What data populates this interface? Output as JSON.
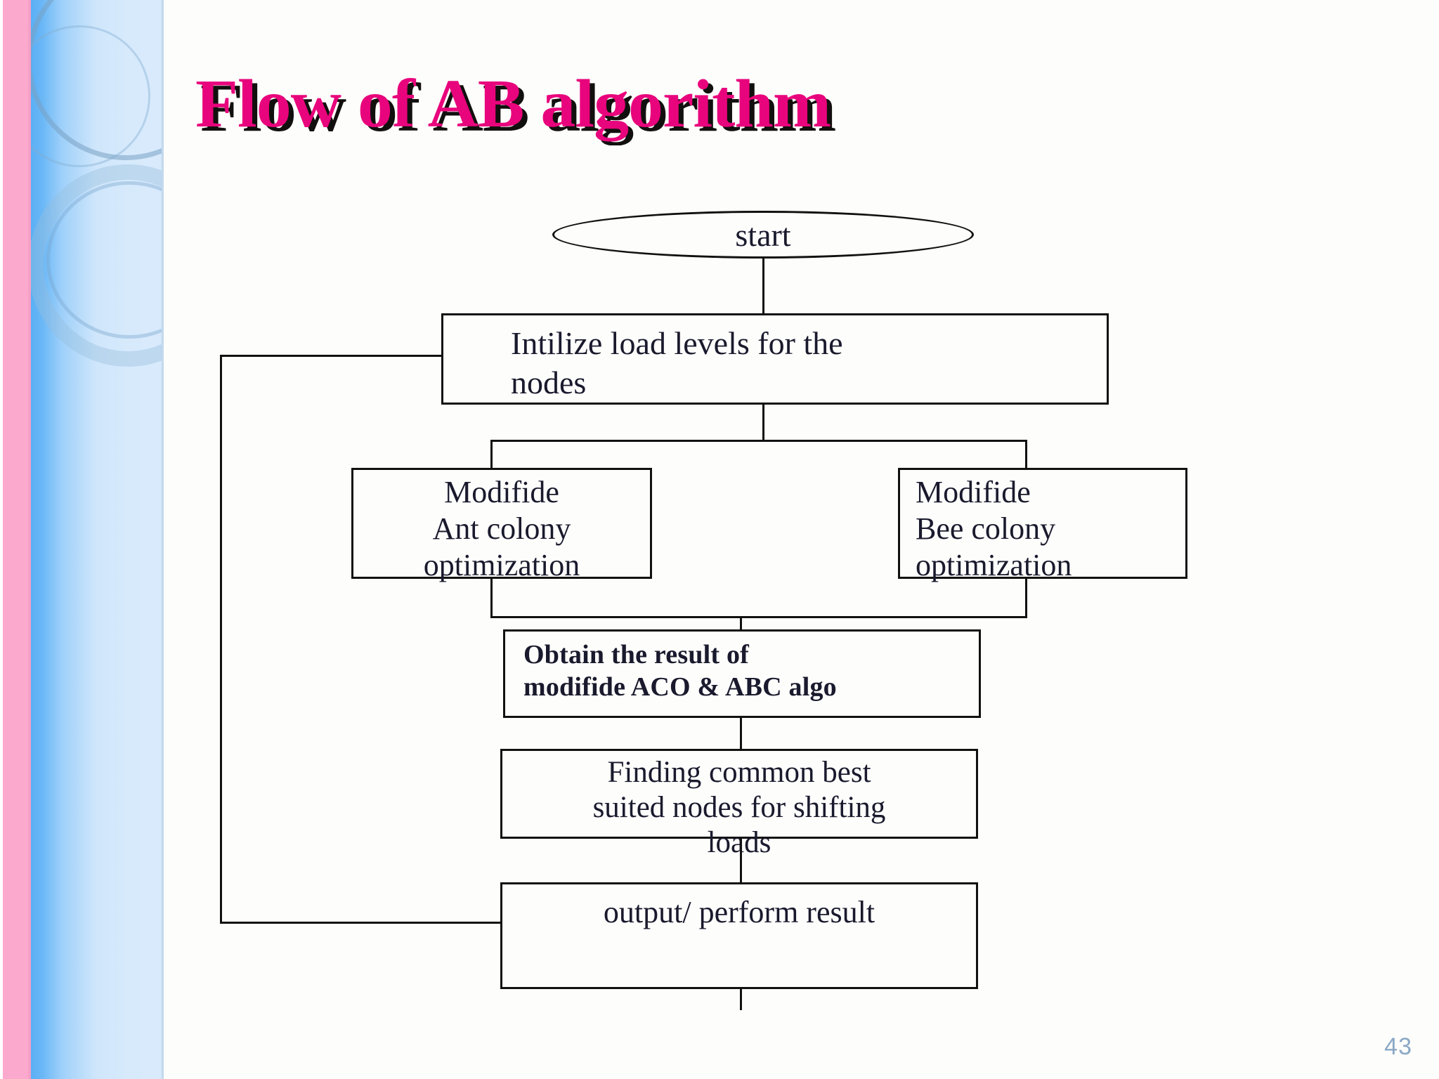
{
  "slide": {
    "title": "Flow of AB algorithm",
    "page_number": "43",
    "title_color": "#e8047c",
    "title_shadow_color": "#12100e",
    "page_number_color": "#8ba8c6",
    "accent_pink": "#fba9cd",
    "accent_blue": "#5aaff4",
    "background": "#fdfdfb"
  },
  "flowchart": {
    "type": "flowchart",
    "nodes": [
      {
        "id": "start",
        "shape": "oval",
        "label": "start"
      },
      {
        "id": "init",
        "shape": "rect",
        "label": "Intilize load levels for the\nnodes"
      },
      {
        "id": "aco",
        "shape": "rect",
        "label": "Modifide\nAnt colony\noptimization"
      },
      {
        "id": "abc",
        "shape": "rect",
        "label": "Modifide\nBee colony\noptimization"
      },
      {
        "id": "obtain",
        "shape": "rect",
        "label": "Obtain the result of\nmodifide ACO & ABC algo"
      },
      {
        "id": "finding",
        "shape": "rect",
        "label": "Finding common best\n suited nodes for shifting\nloads"
      },
      {
        "id": "output",
        "shape": "rect",
        "label": "output/ perform result"
      }
    ],
    "edges": [
      {
        "from": "start",
        "to": "init"
      },
      {
        "from": "init",
        "to": "aco"
      },
      {
        "from": "init",
        "to": "abc"
      },
      {
        "from": "aco",
        "to": "obtain"
      },
      {
        "from": "abc",
        "to": "obtain"
      },
      {
        "from": "obtain",
        "to": "finding"
      },
      {
        "from": "finding",
        "to": "output"
      },
      {
        "from": "output",
        "to": "init",
        "kind": "feedback-loop"
      }
    ]
  }
}
